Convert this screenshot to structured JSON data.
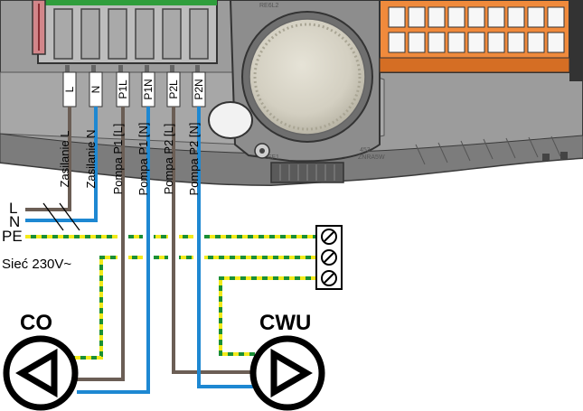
{
  "diagram": {
    "terminal_labels": [
      "L",
      "N",
      "P1L",
      "P1N",
      "P2L",
      "P2N"
    ],
    "wire_labels": [
      "Zasilanie L",
      "Zasilanie N",
      "Pompa P1 [L]",
      "Pompa P1 [N]",
      "Pompa P2 [L]",
      "Pompa P2 [N]"
    ],
    "supply_labels": {
      "l": "L",
      "n": "N",
      "pe": "PE"
    },
    "mains_label": "Sieć 230V~",
    "pump_left_label": "CO",
    "pump_right_label": "CWU",
    "board_marks": {
      "top": "RE6L2",
      "side": "453",
      "side2": "ZNRA5W",
      "small": "EF1"
    },
    "colors": {
      "phase": "#6b5e55",
      "neutral": "#1e88d2",
      "earth_green": "#1a8f35",
      "earth_yellow": "#f2ea1a",
      "board_dark": "#4a4a4a",
      "board_mid": "#8a8a8a",
      "connector_orange": "#f08a3c"
    }
  }
}
